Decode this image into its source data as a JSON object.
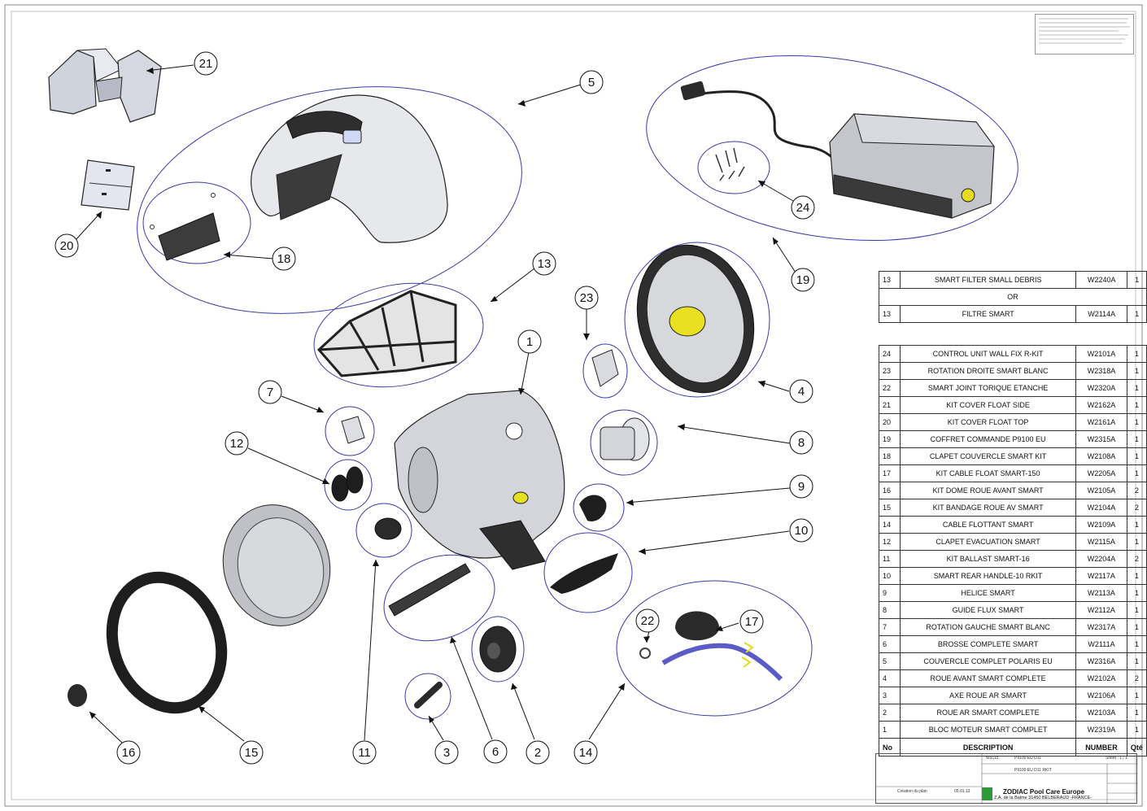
{
  "callouts": [
    "21",
    "5",
    "20",
    "18",
    "13",
    "23",
    "1",
    "19",
    "24",
    "4",
    "7",
    "12",
    "8",
    "9",
    "10",
    "22",
    "17",
    "16",
    "15",
    "11",
    "3",
    "6",
    "2",
    "14"
  ],
  "alt_table": {
    "rows": [
      {
        "no": "13",
        "description": "SMART FILTER SMALL DEBRIS",
        "number": "W2240A",
        "qty": "1"
      },
      {
        "no": "",
        "description": "OR",
        "number": "",
        "qty": ""
      },
      {
        "no": "13",
        "description": "FILTRE SMART",
        "number": "W2114A",
        "qty": "1"
      }
    ]
  },
  "bom": {
    "rows": [
      {
        "no": "24",
        "description": "CONTROL UNIT WALL FIX R-KIT",
        "number": "W2101A",
        "qty": "1"
      },
      {
        "no": "23",
        "description": "ROTATION DROITE SMART BLANC",
        "number": "W2318A",
        "qty": "1"
      },
      {
        "no": "22",
        "description": "SMART JOINT TORIQUE ETANCHE",
        "number": "W2320A",
        "qty": "1"
      },
      {
        "no": "21",
        "description": "KIT COVER FLOAT SIDE",
        "number": "W2162A",
        "qty": "1"
      },
      {
        "no": "20",
        "description": "KIT COVER FLOAT TOP",
        "number": "W2161A",
        "qty": "1"
      },
      {
        "no": "19",
        "description": "COFFRET COMMANDE P9100 EU",
        "number": "W2315A",
        "qty": "1"
      },
      {
        "no": "18",
        "description": "CLAPET COUVERCLE SMART KIT",
        "number": "W2108A",
        "qty": "1"
      },
      {
        "no": "17",
        "description": "KIT CABLE FLOAT SMART-150",
        "number": "W2205A",
        "qty": "1"
      },
      {
        "no": "16",
        "description": "KIT DOME ROUE AVANT SMART",
        "number": "W2105A",
        "qty": "2"
      },
      {
        "no": "15",
        "description": "KIT BANDAGE ROUE AV SMART",
        "number": "W2104A",
        "qty": "2"
      },
      {
        "no": "14",
        "description": "CABLE FLOTTANT SMART",
        "number": "W2109A",
        "qty": "1"
      },
      {
        "no": "12",
        "description": "CLAPET EVACUATION SMART",
        "number": "W2115A",
        "qty": "1"
      },
      {
        "no": "11",
        "description": "KIT BALLAST SMART-16",
        "number": "W2204A",
        "qty": "2"
      },
      {
        "no": "10",
        "description": "SMART REAR HANDLE-10 RKIT",
        "number": "W2117A",
        "qty": "1"
      },
      {
        "no": "9",
        "description": "HELICE SMART",
        "number": "W2113A",
        "qty": "1"
      },
      {
        "no": "8",
        "description": "GUIDE FLUX SMART",
        "number": "W2112A",
        "qty": "1"
      },
      {
        "no": "7",
        "description": "ROTATION GAUCHE SMART BLANC",
        "number": "W2317A",
        "qty": "1"
      },
      {
        "no": "6",
        "description": "BROSSE COMPLETE SMART",
        "number": "W2111A",
        "qty": "1"
      },
      {
        "no": "5",
        "description": "COUVERCLE COMPLET POLARIS EU",
        "number": "W2316A",
        "qty": "1"
      },
      {
        "no": "4",
        "description": "ROUE AVANT SMART COMPLETE",
        "number": "W2102A",
        "qty": "2"
      },
      {
        "no": "3",
        "description": "AXE ROUE AR SMART",
        "number": "W2106A",
        "qty": "1"
      },
      {
        "no": "2",
        "description": "ROUE AR SMART COMPLETE",
        "number": "W2103A",
        "qty": "1"
      },
      {
        "no": "1",
        "description": "BLOC MOTEUR SMART COMPLET",
        "number": "W2319A",
        "qty": "1"
      }
    ],
    "header": {
      "no": "No",
      "description": "DESCRIPTION",
      "number": "NUMBER",
      "qty": "Qté"
    }
  },
  "title_block": {
    "part_code": "W9115",
    "designation_code": "P9100 EU D11",
    "plan_no": "P9100 EU D11 RKIT",
    "sheet": "Sheet : 1 / 1",
    "revision_note": "Création du plan",
    "revision_date": "05.01.13",
    "company": "ZODIAC Pool Care Europe",
    "address": "Z.A. de la Balme 31450 BELBERAUD -FRANCE-"
  },
  "colors": {
    "accent_yellow": "#e8e020",
    "ellipse_line": "#3a3aa8",
    "table_border": "#333333"
  }
}
